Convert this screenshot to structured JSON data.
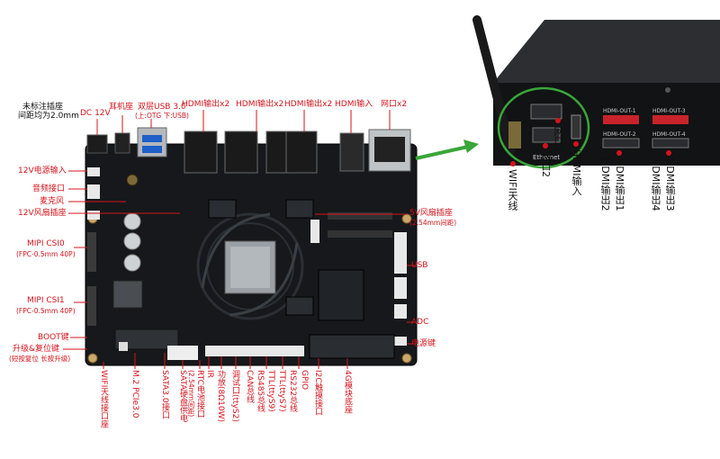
{
  "top_left_note": [
    "未标注插座",
    "间距均为2.0mm"
  ],
  "top_labels": {
    "dc": "DC 12V",
    "earphone": "耳机座",
    "usb_line1": "双层USB 3.0",
    "usb_line2": "(上:OTG 下:USB)",
    "hdmi_out_a": "HDMI输出x2",
    "hdmi_out_b": "HDMI输出x2",
    "hdmi_out_c": "HDMI输出x2",
    "hdmi_in": "HDMI输入",
    "lan": "网口x2"
  },
  "left_labels": {
    "power_in": "12V电源输入",
    "audio": "音频接口",
    "mic": "麦克风",
    "fan12": "12V风扇插座",
    "csi0": "MIPI CSI0",
    "csi0_sub": "(FPC-0.5mm 40P)",
    "csi1": "MIPI CSI1",
    "csi1_sub": "(FPC-0.5mm 40P)",
    "boot": "BOOT键",
    "upgrade": "升级&复位键",
    "upgrade_sub": "(短按复位 长按升级)"
  },
  "right_labels": {
    "fan5": "5V风扇插座",
    "fan5_sub": "(2.54mm间距)",
    "usb": "USB",
    "adc": "ADC",
    "power_key": "电源键"
  },
  "bottom_labels": [
    "WIFI天线接口座",
    "M.2 PCIe3.0",
    "SATA3.0接口",
    "SATA硬盘供电",
    "(2.54mm间距)",
    "RTC电池接口",
    "IR",
    "功放(8Ω10W)",
    "调试口(ttyS2)",
    "CAN总线",
    "RS485总线",
    "TTL(ttyS9)",
    "TTL(ttyS7)",
    "RS232总线",
    "GPIO",
    "I2C触摸接口",
    "4G模块底座"
  ],
  "box_labels": {
    "ethernet": "Ethernet",
    "out1": "HDMI-OUT-1",
    "out2": "HDMI-OUT-2",
    "out3": "HDMI-OUT-3",
    "out4": "HDMI-OUT-4"
  },
  "box_vertical_labels": [
    "WIFI天线",
    "网口2",
    "网口1",
    "HDMI输入",
    "HDMI输出2",
    "HDMI输出1",
    "HDMI输出4",
    "HDMI输出3"
  ],
  "colors": {
    "label": "#d4141c",
    "pcb": "#15171a",
    "arrow": "#3aa63a",
    "case": "#121314"
  }
}
